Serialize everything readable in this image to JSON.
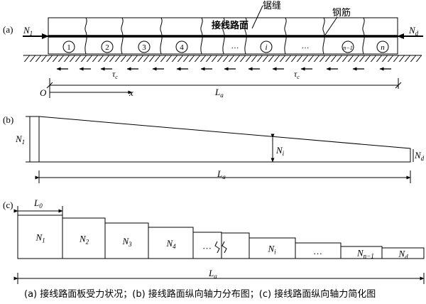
{
  "panel_a": {
    "tag": "(a)",
    "left_force": "N",
    "left_force_sub": "1",
    "right_force": "N",
    "right_force_sub": "d",
    "saw_cut_label": "锯缝",
    "rebar_label": "钢筋",
    "pavement_label": "接线路面",
    "slab_labels": [
      "1",
      "2",
      "3",
      "4",
      "…",
      "i",
      "…",
      "n−1",
      "n"
    ],
    "shear_symbol": "τ",
    "shear_sub": "c",
    "origin_label": "O",
    "x_label": "x",
    "length_label": "L",
    "length_sub": "a"
  },
  "panel_b": {
    "tag": "(b)",
    "left_label": "N",
    "left_sub": "1",
    "mid_label": "N",
    "mid_sub": "i",
    "right_label": "N",
    "right_sub": "d",
    "length_label": "L",
    "length_sub": "a"
  },
  "panel_c": {
    "tag": "(c)",
    "l0_label": "L",
    "l0_sub": "0",
    "step_labels": [
      {
        "main": "N",
        "sub": "1"
      },
      {
        "main": "N",
        "sub": "2"
      },
      {
        "main": "N",
        "sub": "3"
      },
      {
        "main": "N",
        "sub": "4"
      },
      {
        "main": "…",
        "sub": ""
      },
      {
        "main": "N",
        "sub": "i"
      },
      {
        "main": "…",
        "sub": ""
      },
      {
        "main": "N",
        "sub": "n−1"
      },
      {
        "main": "N",
        "sub": "d"
      }
    ],
    "length_label": "L",
    "length_sub": "a"
  },
  "caption": "(a) 接线路面板受力状况；(b) 接线路面纵向轴力分布图；(c) 接线路面纵向轴力简化图"
}
